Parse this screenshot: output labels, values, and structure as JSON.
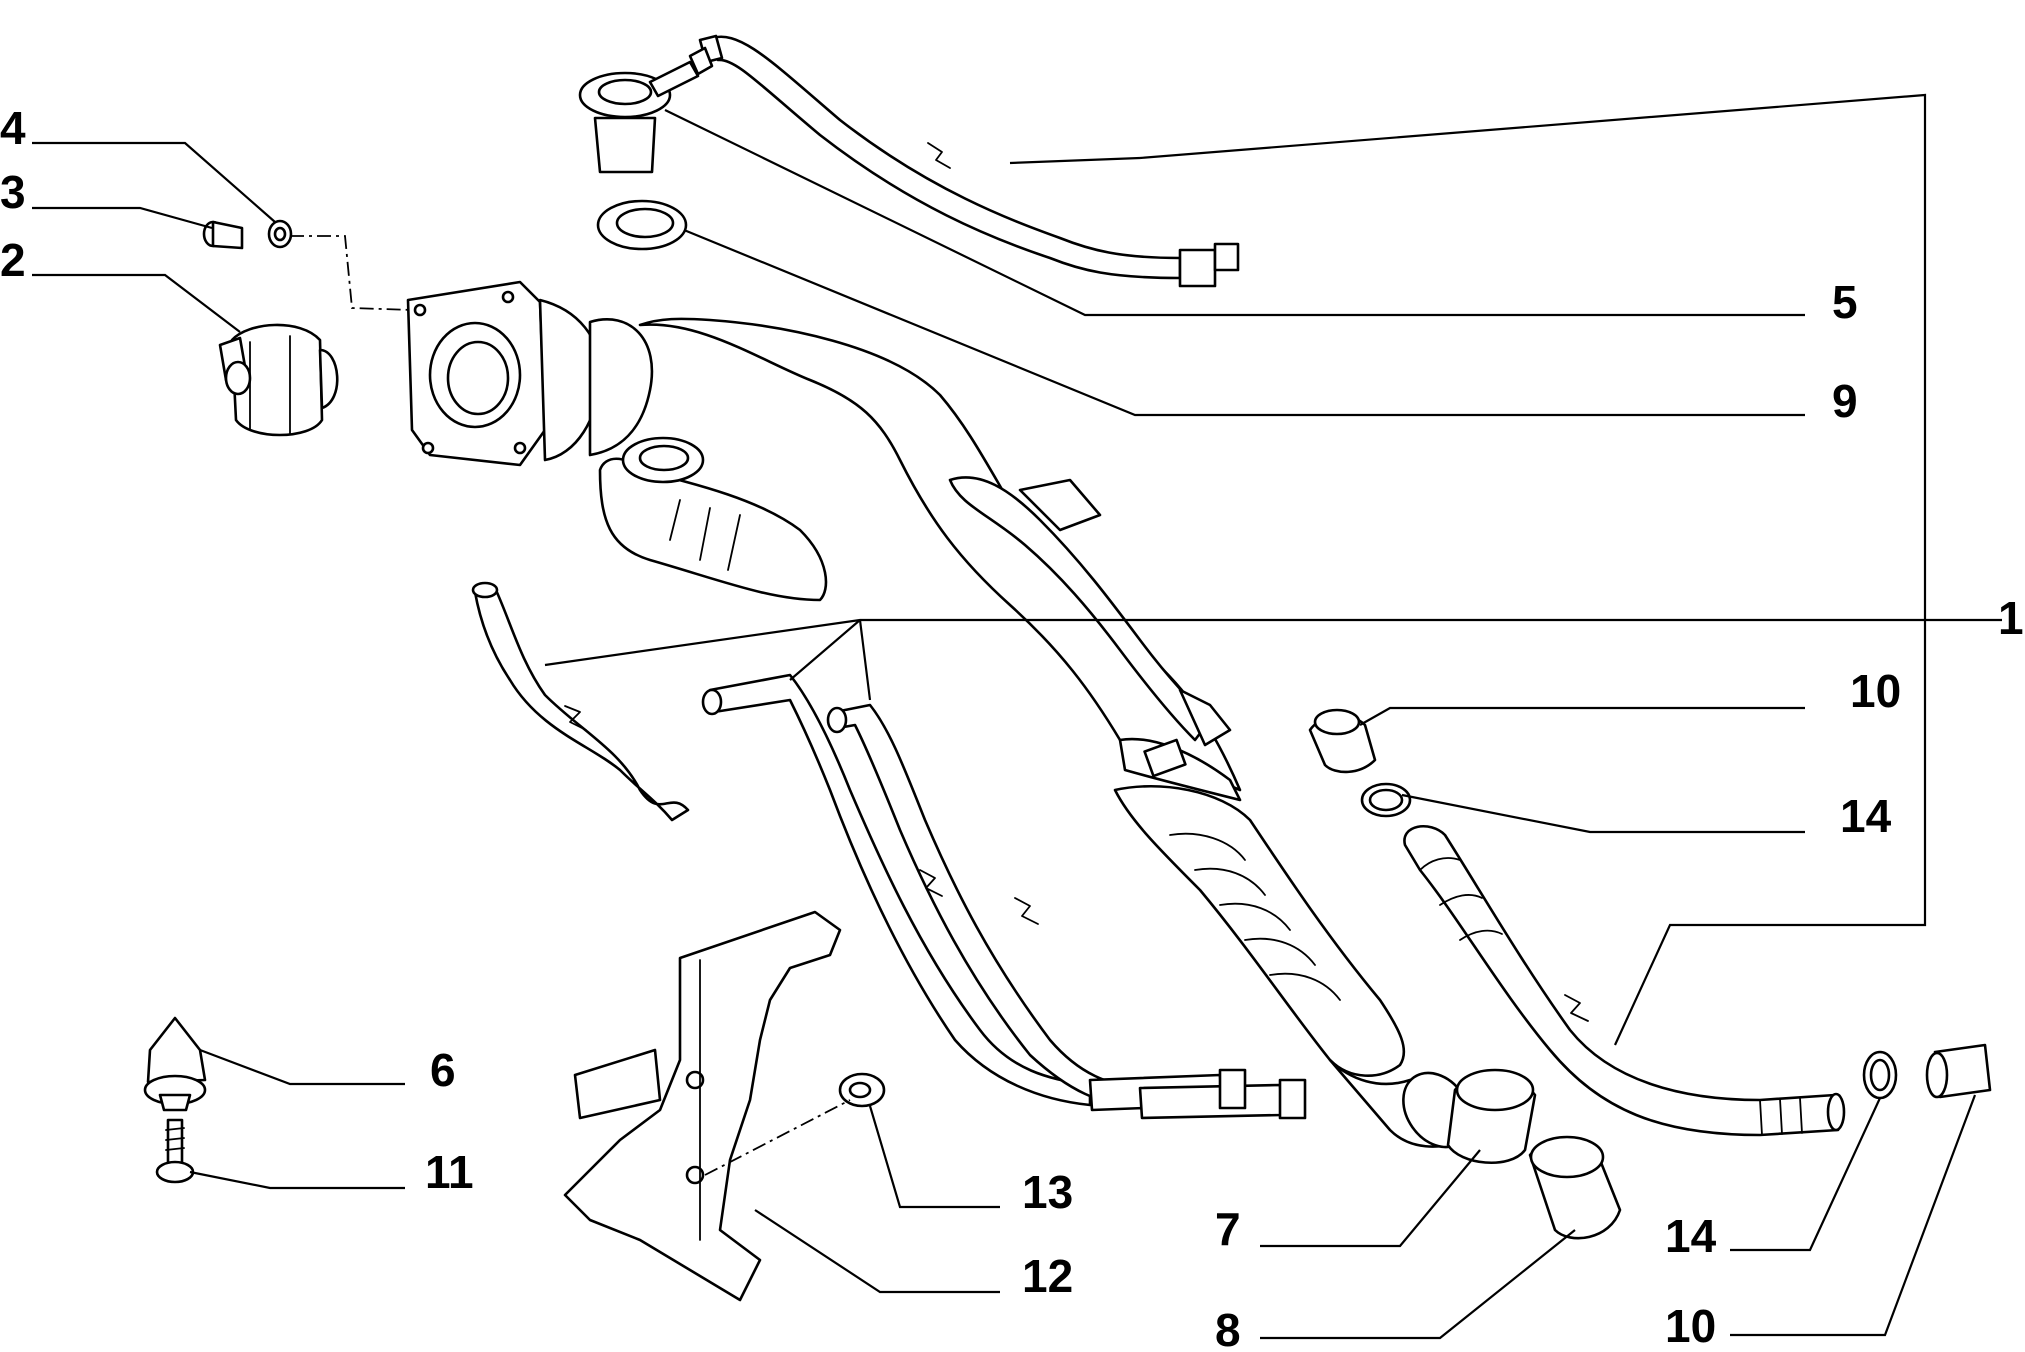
{
  "callouts": [
    {
      "id": "c1",
      "label": "1"
    },
    {
      "id": "c2",
      "label": "2"
    },
    {
      "id": "c3",
      "label": "3"
    },
    {
      "id": "c4",
      "label": "4"
    },
    {
      "id": "c5",
      "label": "5"
    },
    {
      "id": "c6",
      "label": "6"
    },
    {
      "id": "c7",
      "label": "7"
    },
    {
      "id": "c8",
      "label": "8"
    },
    {
      "id": "c9",
      "label": "9"
    },
    {
      "id": "c10a",
      "label": "10"
    },
    {
      "id": "c10b",
      "label": "10"
    },
    {
      "id": "c11",
      "label": "11"
    },
    {
      "id": "c12",
      "label": "12"
    },
    {
      "id": "c13",
      "label": "13"
    },
    {
      "id": "c14a",
      "label": "14"
    },
    {
      "id": "c14b",
      "label": "14"
    }
  ],
  "colors": {
    "line": "#000000",
    "background": "#ffffff"
  }
}
